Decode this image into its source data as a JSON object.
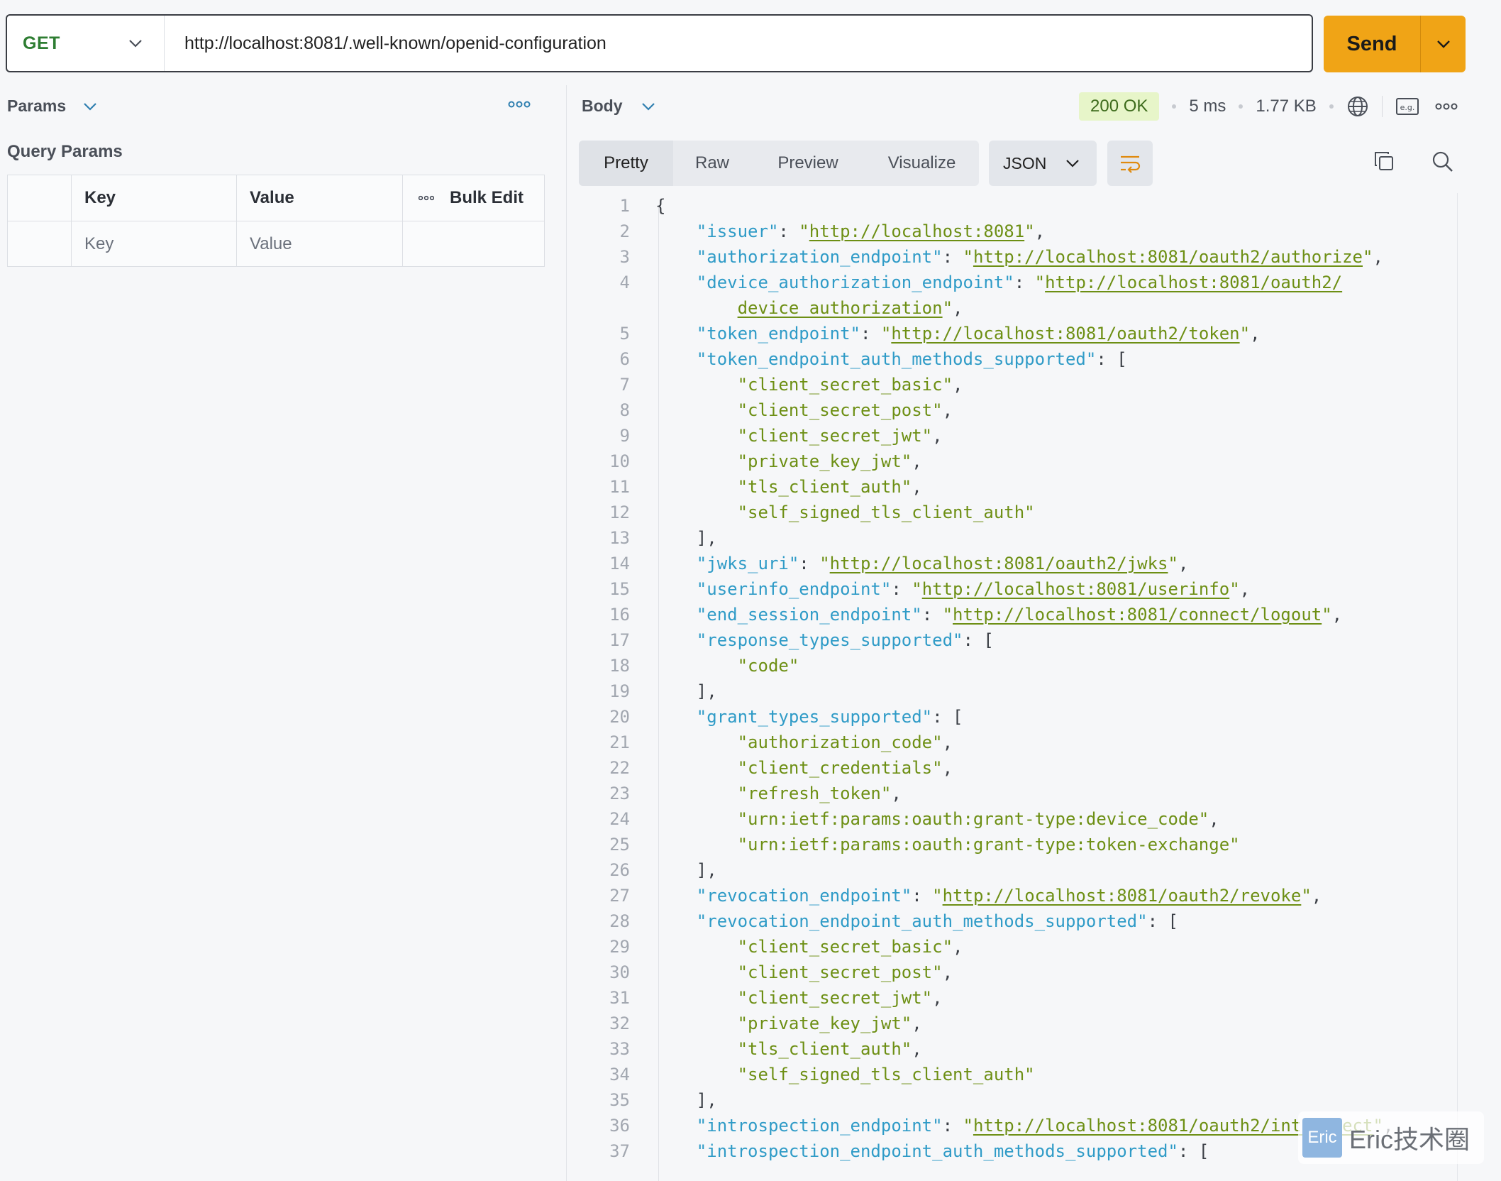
{
  "request": {
    "method": "GET",
    "url": "http://localhost:8081/.well-known/openid-configuration",
    "send_label": "Send"
  },
  "params": {
    "tab_label": "Params",
    "section_title": "Query Params",
    "columns": {
      "key": "Key",
      "value": "Value",
      "bulk_edit": "Bulk Edit"
    },
    "placeholder_row": {
      "key": "Key",
      "value": "Value"
    }
  },
  "response": {
    "tab_label": "Body",
    "status": "200 OK",
    "time": "5 ms",
    "size": "1.77 KB",
    "view_tabs": [
      "Pretty",
      "Raw",
      "Preview",
      "Visualize"
    ],
    "active_view": "Pretty",
    "format": "JSON"
  },
  "code_lines": [
    {
      "n": "1",
      "t": "{"
    },
    {
      "n": "2",
      "t": "    \"issuer\": \"http://localhost:8081\","
    },
    {
      "n": "3",
      "t": "    \"authorization_endpoint\": \"http://localhost:8081/oauth2/authorize\","
    },
    {
      "n": "4",
      "t": "    \"device_authorization_endpoint\": \"http://localhost:8081/oauth2/"
    },
    {
      "n": "",
      "t": "        device_authorization\","
    },
    {
      "n": "5",
      "t": "    \"token_endpoint\": \"http://localhost:8081/oauth2/token\","
    },
    {
      "n": "6",
      "t": "    \"token_endpoint_auth_methods_supported\": ["
    },
    {
      "n": "7",
      "t": "        \"client_secret_basic\","
    },
    {
      "n": "8",
      "t": "        \"client_secret_post\","
    },
    {
      "n": "9",
      "t": "        \"client_secret_jwt\","
    },
    {
      "n": "10",
      "t": "        \"private_key_jwt\","
    },
    {
      "n": "11",
      "t": "        \"tls_client_auth\","
    },
    {
      "n": "12",
      "t": "        \"self_signed_tls_client_auth\""
    },
    {
      "n": "13",
      "t": "    ],"
    },
    {
      "n": "14",
      "t": "    \"jwks_uri\": \"http://localhost:8081/oauth2/jwks\","
    },
    {
      "n": "15",
      "t": "    \"userinfo_endpoint\": \"http://localhost:8081/userinfo\","
    },
    {
      "n": "16",
      "t": "    \"end_session_endpoint\": \"http://localhost:8081/connect/logout\","
    },
    {
      "n": "17",
      "t": "    \"response_types_supported\": ["
    },
    {
      "n": "18",
      "t": "        \"code\""
    },
    {
      "n": "19",
      "t": "    ],"
    },
    {
      "n": "20",
      "t": "    \"grant_types_supported\": ["
    },
    {
      "n": "21",
      "t": "        \"authorization_code\","
    },
    {
      "n": "22",
      "t": "        \"client_credentials\","
    },
    {
      "n": "23",
      "t": "        \"refresh_token\","
    },
    {
      "n": "24",
      "t": "        \"urn:ietf:params:oauth:grant-type:device_code\","
    },
    {
      "n": "25",
      "t": "        \"urn:ietf:params:oauth:grant-type:token-exchange\""
    },
    {
      "n": "26",
      "t": "    ],"
    },
    {
      "n": "27",
      "t": "    \"revocation_endpoint\": \"http://localhost:8081/oauth2/revoke\","
    },
    {
      "n": "28",
      "t": "    \"revocation_endpoint_auth_methods_supported\": ["
    },
    {
      "n": "29",
      "t": "        \"client_secret_basic\","
    },
    {
      "n": "30",
      "t": "        \"client_secret_post\","
    },
    {
      "n": "31",
      "t": "        \"client_secret_jwt\","
    },
    {
      "n": "32",
      "t": "        \"private_key_jwt\","
    },
    {
      "n": "33",
      "t": "        \"tls_client_auth\","
    },
    {
      "n": "34",
      "t": "        \"self_signed_tls_client_auth\""
    },
    {
      "n": "35",
      "t": "    ],"
    },
    {
      "n": "36",
      "t": "    \"introspection_endpoint\": \"http://localhost:8081/oauth2/introspect\","
    },
    {
      "n": "37",
      "t": "    \"introspection_endpoint_auth_methods_supported\": ["
    }
  ],
  "watermark": {
    "logo": "Eric",
    "text": "Eric技术圈"
  },
  "colors": {
    "send": "#f0a416",
    "method": "#2e7d32",
    "json_key": "#2f9bc7",
    "json_string": "#6d8f14",
    "status_ok_bg": "#e7f5c9"
  }
}
